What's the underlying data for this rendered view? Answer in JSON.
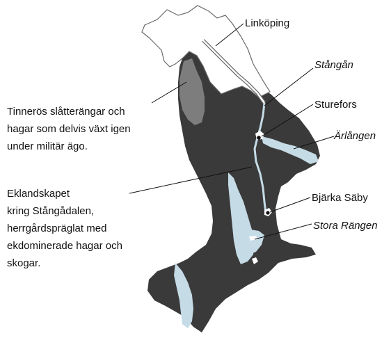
{
  "colors": {
    "land": "#3a3a3a",
    "water": "#c5dbe6",
    "meadow": "#7d7d7d",
    "city_fill": "#ffffff",
    "city_stroke": "#6a6a6a",
    "text": "#111111",
    "background": "#ffffff"
  },
  "labels": {
    "linkoping": "Linköping",
    "stangan": "Stångån",
    "sturefors": "Sturefors",
    "arlangen": "Ärlången",
    "bjarka_saby": "Bjärka Säby",
    "stora_rangen": "Stora Rängen",
    "tinneros": {
      "line1": "Tinnerös slåtterängar och",
      "line2": "hagar som delvis växt igen",
      "line3": "under militär ägo."
    },
    "eklandskapet": {
      "line1": "Eklandskapet",
      "line2": "kring Stångådalen,",
      "line3": "herrgårdspräglat med",
      "line4": "ekdominerade hagar och",
      "line5": "skogar."
    }
  }
}
